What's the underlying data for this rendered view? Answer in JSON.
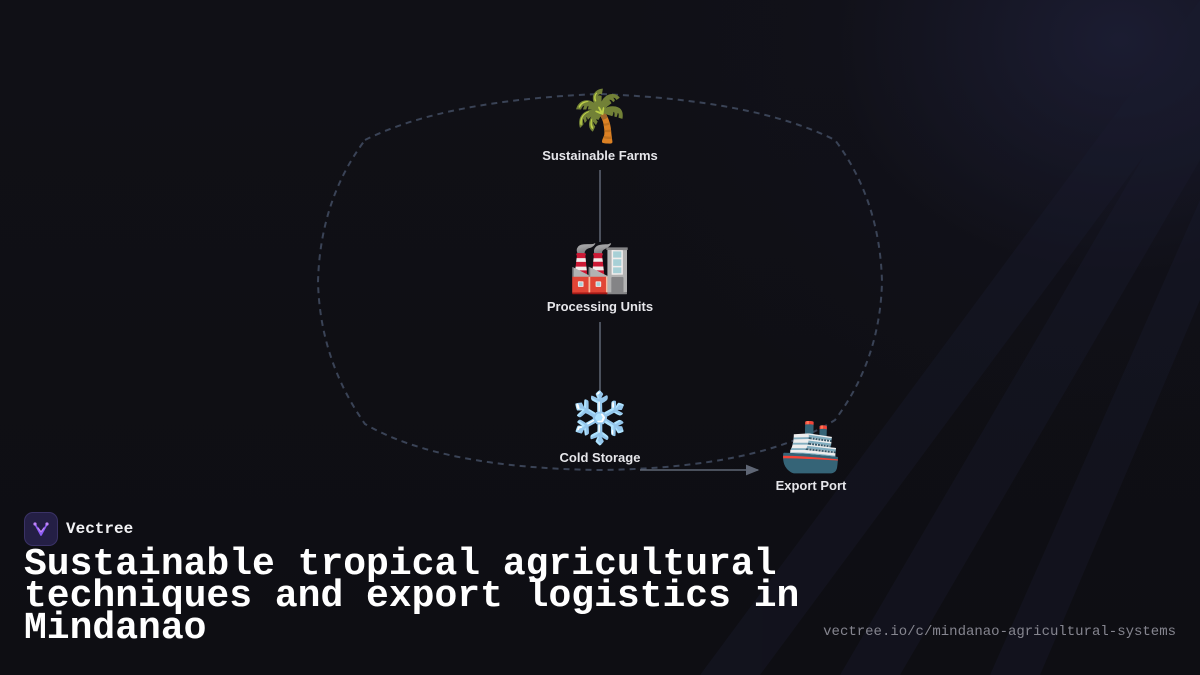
{
  "brand": {
    "name": "Vectree"
  },
  "title": "Sustainable tropical agricultural techniques and export logistics in Mindanao",
  "url": "vectree.io/c/mindanao-agricultural-systems",
  "nodes": [
    {
      "id": "farms",
      "label": "Sustainable Farms",
      "icon": "palm-tree-icon",
      "emoji": "🌴"
    },
    {
      "id": "processing",
      "label": "Processing Units",
      "icon": "factory-icon",
      "emoji": "🏭"
    },
    {
      "id": "storage",
      "label": "Cold Storage",
      "icon": "snowflake-icon",
      "emoji": "❄️"
    },
    {
      "id": "port",
      "label": "Export Port",
      "icon": "ship-icon",
      "emoji": "🚢"
    }
  ],
  "edges": [
    {
      "from": "farms",
      "to": "processing"
    },
    {
      "from": "processing",
      "to": "storage"
    },
    {
      "from": "storage",
      "to": "port",
      "arrow": true
    }
  ],
  "colors": {
    "background": "#0f0f14",
    "boundary": "#3a4356",
    "edge": "#5f6675",
    "label": "#e6e6ea",
    "url": "#85858f",
    "brand_accent": "#8b5cf6"
  }
}
